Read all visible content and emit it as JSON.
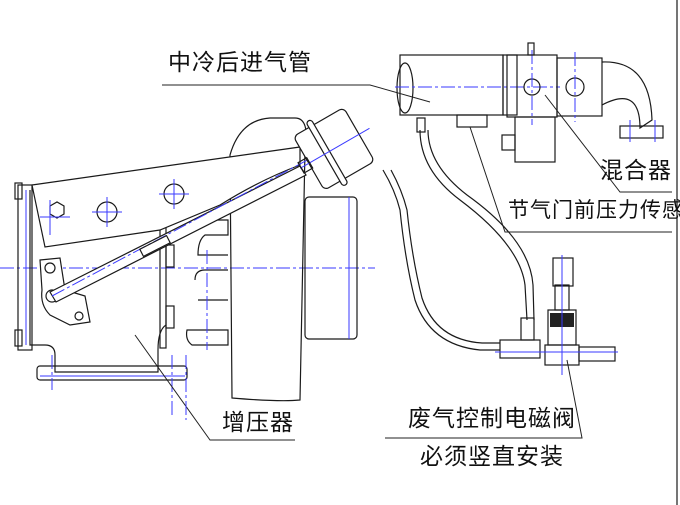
{
  "diagram": {
    "type": "engineering-drawing",
    "subject": "turbocharger wastegate control assembly",
    "colors": {
      "outline": "#1a1a1a",
      "centerline": "#3a3aff",
      "background": "#ffffff"
    }
  },
  "labels": {
    "intercooler_intake": "中冷后进气管",
    "mixer": "混合器",
    "pressure_sensor": "节气门前压力传感器",
    "turbocharger": "增压器",
    "solenoid_line1": "废气控制电磁阀",
    "solenoid_line2": "必须竖直安装"
  }
}
